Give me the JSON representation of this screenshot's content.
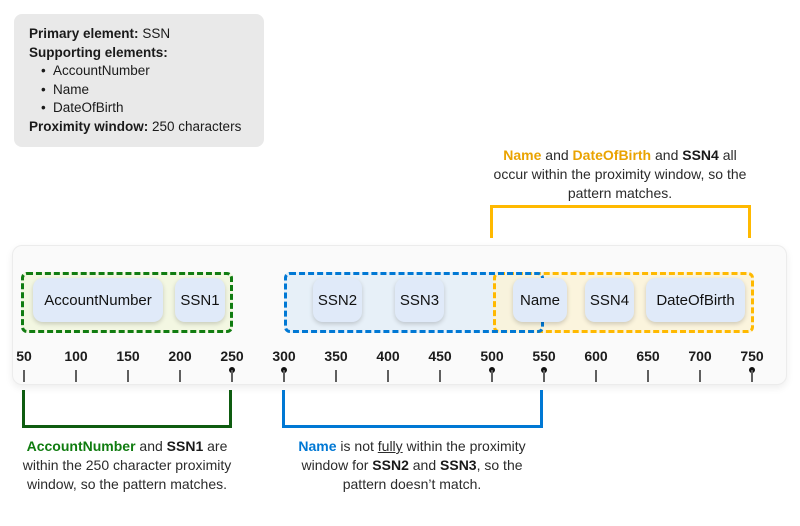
{
  "colors": {
    "green_dash": "#107C10",
    "green_bracket": "#0E5C10",
    "blue": "#0078D4",
    "gold_bracket": "#FFB900",
    "gold_text": "#EAA300",
    "element_box_fill": "#E0EAF9",
    "info_box_fill": "#E9E9E9",
    "card_fill": "#FAFAFA"
  },
  "info_box": {
    "primary_label": "Primary element:",
    "primary_value": " SSN",
    "supporting_label": "Supporting elements:",
    "bullets": [
      "AccountNumber",
      "Name",
      "DateOfBirth"
    ],
    "proximity_label": "Proximity window:",
    "proximity_value": " 250 characters"
  },
  "annotations": {
    "top": {
      "segments": [
        "Name",
        " and ",
        "DateOfBirth",
        " and ",
        "SSN4",
        " all",
        "occur within the proximity window, so the",
        "pattern matches."
      ]
    },
    "bottom_left": {
      "segments": [
        "AccountNumber",
        " and ",
        "SSN1",
        " are",
        "within the 250 character proximity",
        "window, so the pattern matches."
      ]
    },
    "bottom_middle": {
      "segments": [
        "Name",
        " is not ",
        "fully",
        " within the proximity",
        "window for ",
        "SSN2",
        " and ",
        "SSN3",
        ", so the",
        "pattern doesn’t match."
      ]
    }
  },
  "timeline": {
    "elements": [
      "AccountNumber",
      "SSN1",
      "SSN2",
      "SSN3",
      "Name",
      "SSN4",
      "DateOfBirth"
    ],
    "windows": [
      {
        "id": "green",
        "start": 50,
        "end": 250,
        "elements": [
          "AccountNumber",
          "SSN1"
        ]
      },
      {
        "id": "blue",
        "start": 300,
        "end": 550,
        "elements": [
          "SSN2",
          "SSN3"
        ]
      },
      {
        "id": "gold",
        "start": 500,
        "end": 750,
        "elements": [
          "Name",
          "SSN4",
          "DateOfBirth"
        ]
      }
    ],
    "ruler": {
      "ticks": [
        50,
        100,
        150,
        200,
        250,
        300,
        350,
        400,
        450,
        500,
        550,
        600,
        650,
        700,
        750
      ],
      "dot_ticks": [
        250,
        300,
        500,
        550,
        750
      ]
    }
  }
}
